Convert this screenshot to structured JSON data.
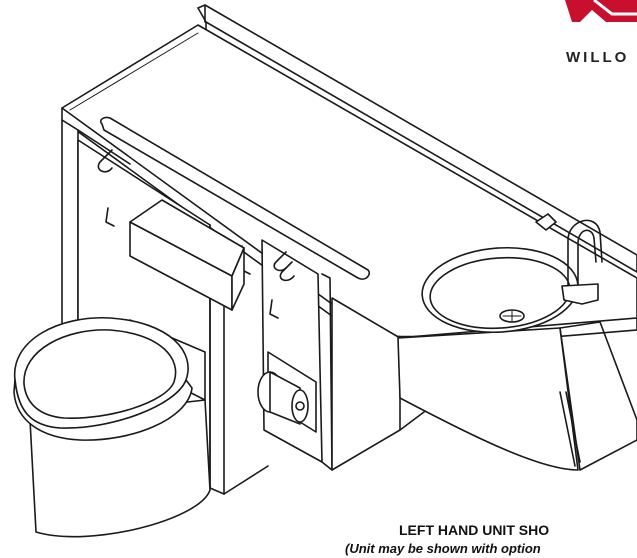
{
  "brand": {
    "name": "WILLO",
    "logo_color": "#c8102e"
  },
  "caption": {
    "title": "LEFT HAND UNIT SHO",
    "note": "(Unit may be shown with option"
  },
  "components": [
    "backsplash",
    "countertop",
    "grab-bar",
    "soap-dispenser",
    "hooks",
    "toilet",
    "toilet-paper-holder",
    "lavatory-basin",
    "faucet",
    "drain"
  ]
}
